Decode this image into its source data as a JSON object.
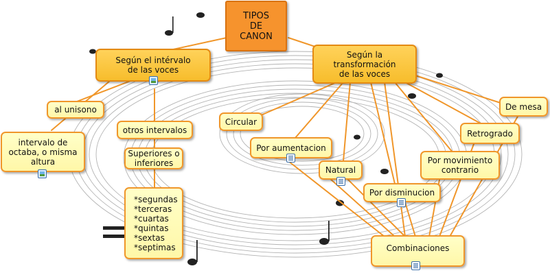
{
  "colors": {
    "link": "#f0962a",
    "node_fill": "#fff8b4",
    "concept_fill": "#f8c53a",
    "root_fill": "#f6932d"
  },
  "nodes": {
    "root": "TIPOS\nDE\nCANON",
    "interval": "Según el intérvalo\nde las voces",
    "transform": "Según la\ntransformación\nde las voces",
    "unisono": "al unisono",
    "octava": "intervalo de\noctaba, o misma\naltura",
    "otros": "otros intervalos",
    "superiores": "Superiores o\ninferiores",
    "lista": "*segundas\n*terceras\n*cuartas\n*quintas\n*sextas\n*septimas",
    "circular": "Circular",
    "aumentacion": "Por aumentacion",
    "natural": "Natural",
    "disminucion": "Por disminucion",
    "movimiento": "Por movimiento\ncontrario",
    "retrogrado": "Retrogrado",
    "mesa": "De mesa",
    "combinaciones": "Combinaciones"
  },
  "icons": {
    "interval": "image-attachment-icon",
    "octava": "image-attachment-icon",
    "aumentacion": "document-attachment-icon",
    "natural": "document-attachment-icon",
    "disminucion": "document-attachment-icon",
    "combinaciones": "document-attachment-icon"
  }
}
